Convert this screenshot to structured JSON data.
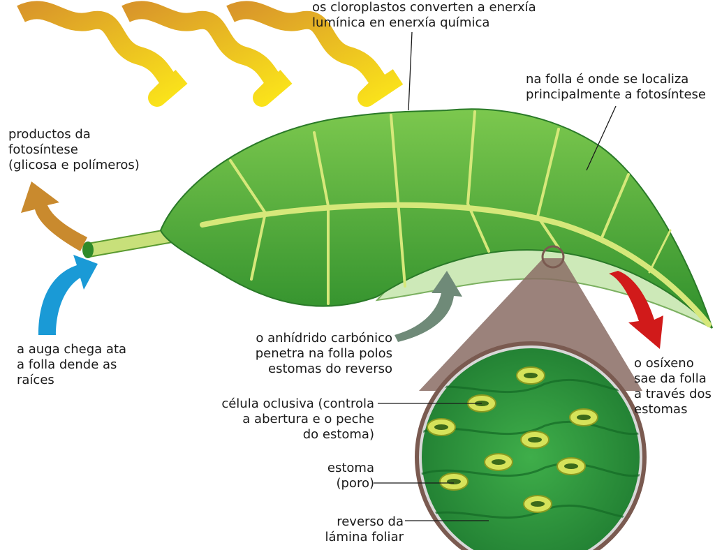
{
  "labels": {
    "chloroplasts": [
      "os cloroplastos converten a enerxía",
      "lumínica en enerxía química"
    ],
    "leaf_site": [
      "na folla é onde se localiza",
      "principalmente a fotosíntese"
    ],
    "products": [
      "productos da",
      "fotosíntese",
      "(glicosa e polímeros)"
    ],
    "water": [
      "a auga chega ata",
      "a folla dende as",
      "raíces"
    ],
    "co2": [
      "o anhídrido carbónico",
      "penetra na folla polos",
      "estomas do reverso"
    ],
    "guard_cell": [
      "célula oclusiva (controla",
      "a abertura e o peche",
      "do estoma)"
    ],
    "stoma": [
      "estoma",
      "(poro)"
    ],
    "underside": [
      "reverso da",
      "lámina foliar"
    ],
    "oxygen": [
      "o osíxeno",
      "sae da folla",
      "a través dos",
      "estomas"
    ]
  },
  "colors": {
    "leaf": "#4caf3a",
    "leaf_dark": "#2e8a2a",
    "vein": "#d6e87a",
    "light_arrow": "#f2c21a",
    "products_arrow": "#c98a2e",
    "water_arrow": "#1a9ad6",
    "co2_arrow": "#6f8a78",
    "oxygen_arrow": "#d11a1a",
    "magnifier_ring": "#7a5a50"
  }
}
